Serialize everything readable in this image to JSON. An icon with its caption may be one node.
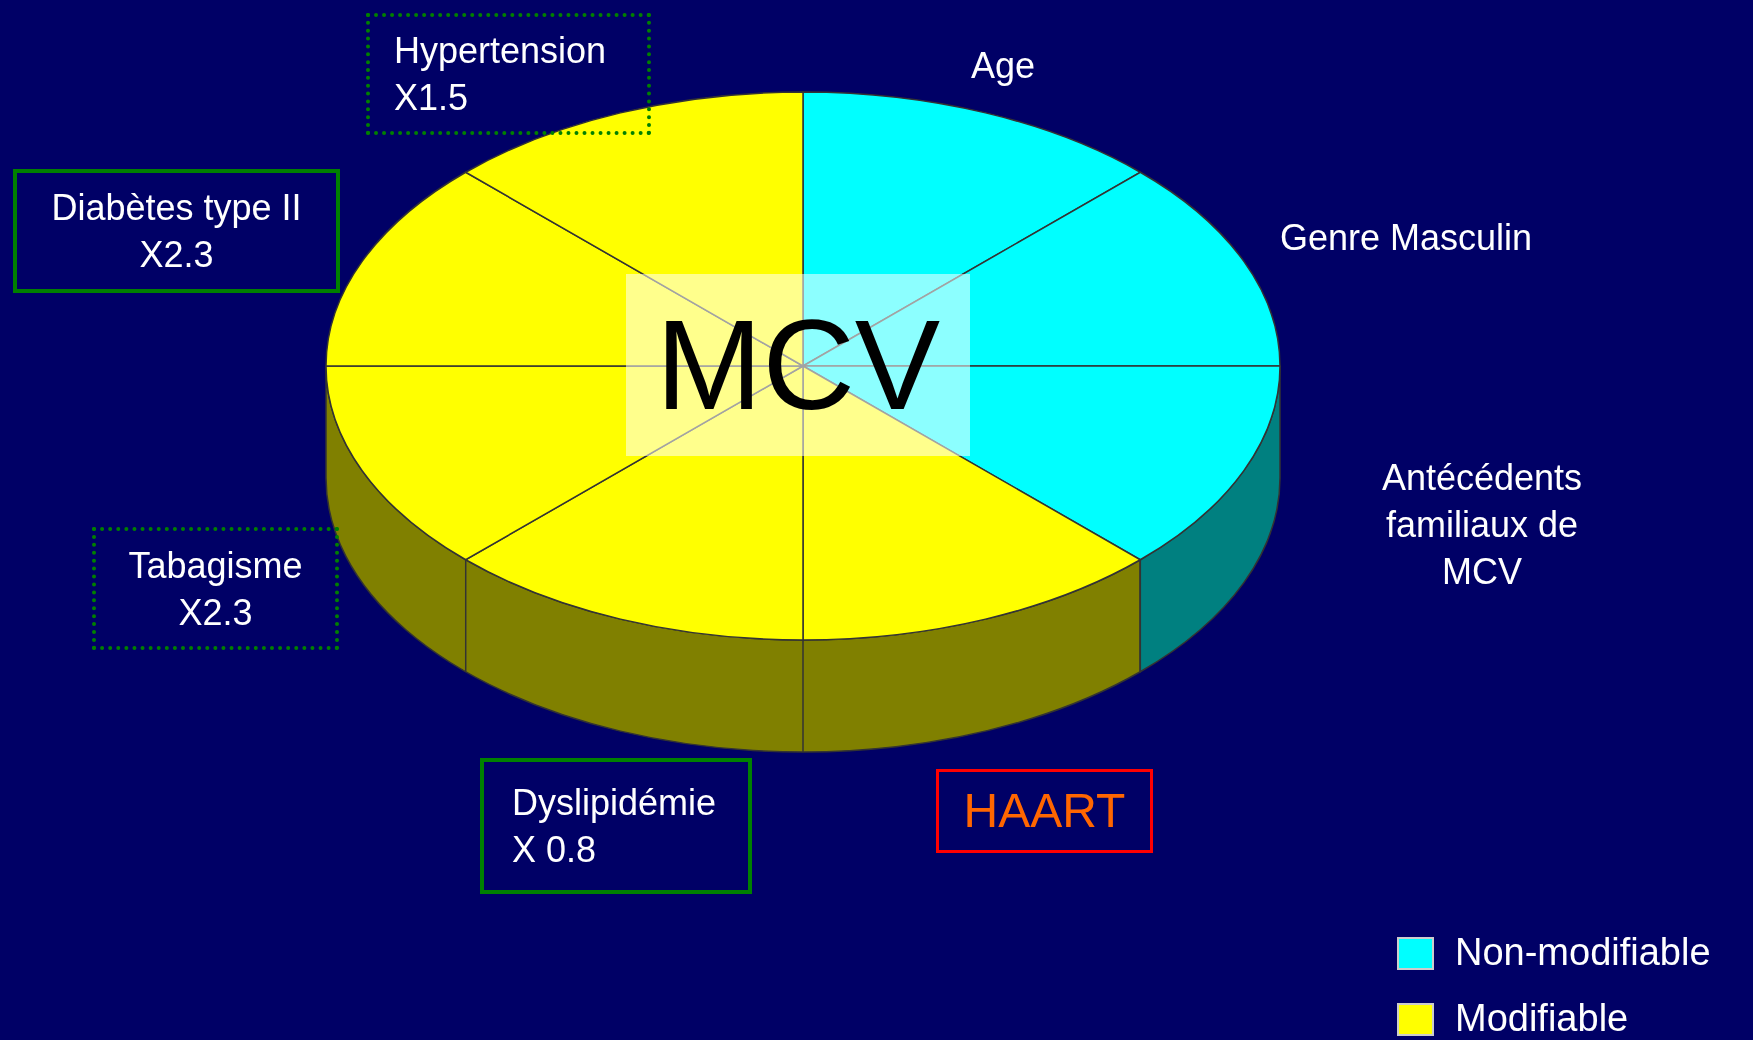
{
  "diagram": {
    "nodes": [
      {
        "text": [
          "Hypertension",
          "X1.5"
        ]
      },
      {
        "text": [
          "Diabètes type II",
          "X2.3"
        ]
      },
      {
        "text": [
          "Tabagisme",
          "X2.3"
        ]
      },
      {
        "text": [
          "Dyslipidémie",
          "X 0.8"
        ]
      },
      {
        "text": [
          "HAART"
        ]
      }
    ],
    "labels": [
      "Age",
      "Genre Masculin",
      "MCV",
      "Antécédents familiaux de MCV"
    ],
    "legend": [
      {
        "text": "Non-modifiable",
        "color": "#00ffff"
      },
      {
        "text": "Modifiable",
        "color": "#ffff00"
      }
    ]
  }
}
